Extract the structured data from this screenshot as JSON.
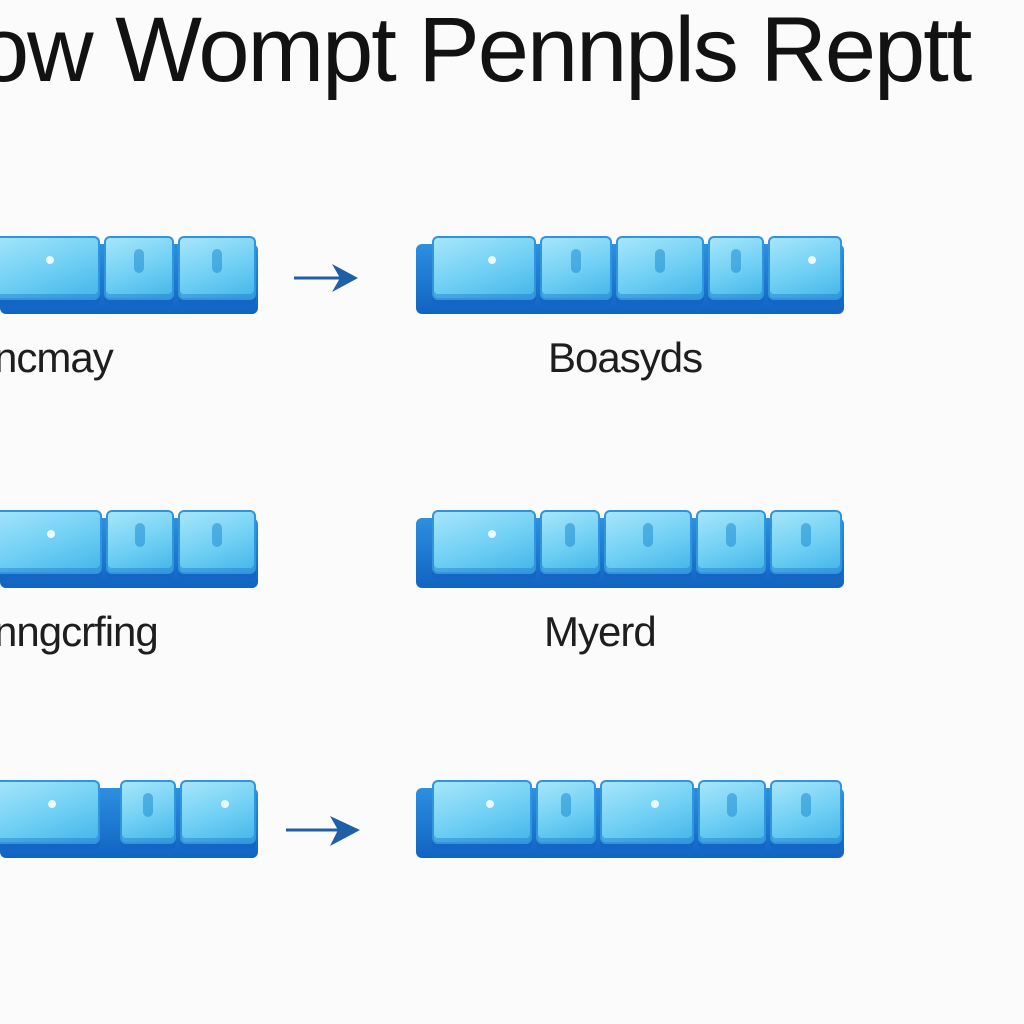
{
  "title": "ow Wompt Pennpls Reptt",
  "rows": [
    {
      "left_label": "ncmay",
      "right_label": "Boasyds"
    },
    {
      "left_label": "nngcrfing",
      "right_label": "Myerd"
    },
    {
      "left_label": "",
      "right_label": ""
    }
  ],
  "colors": {
    "key_face": "#7fd6f7",
    "key_edge": "#2f95dd",
    "key_base": "#1566c4",
    "arrow": "#1f5fa8",
    "background": "#fbfbfb"
  },
  "icons": [
    "right-arrow-icon",
    "keycap-icon"
  ]
}
